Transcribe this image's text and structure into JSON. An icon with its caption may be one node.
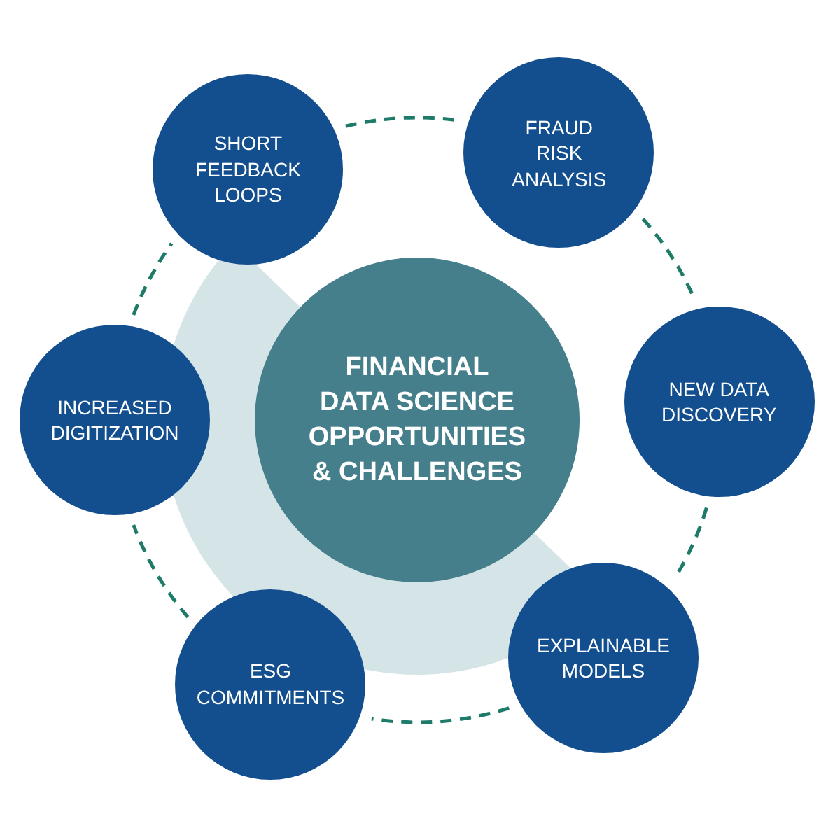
{
  "diagram": {
    "nodes": [
      {
        "text": [
          "FINANCIAL DATA SCIENCE OPPORTUNITIES & CHALLENGES"
        ]
      },
      {
        "text": [
          "SHORT FEEDBACK LOOPS"
        ]
      },
      {
        "text": [
          "FRAUD RISK ANALYSIS"
        ]
      },
      {
        "text": [
          "NEW DATA DISCOVERY"
        ]
      },
      {
        "text": [
          "EXPLAINABLE MODELS"
        ]
      },
      {
        "text": [
          "ESG COMMITMENTS"
        ]
      },
      {
        "text": [
          "INCREASED DIGITIZATION"
        ]
      }
    ],
    "edges": [
      {
        "from": 1,
        "to": 2,
        "arrow": "none",
        "style": "dashed"
      },
      {
        "from": 2,
        "to": 3,
        "arrow": "none",
        "style": "dashed"
      },
      {
        "from": 3,
        "to": 4,
        "arrow": "none",
        "style": "dashed"
      },
      {
        "from": 4,
        "to": 5,
        "arrow": "none",
        "style": "dashed"
      },
      {
        "from": 5,
        "to": 6,
        "arrow": "none",
        "style": "dashed"
      },
      {
        "from": 6,
        "to": 1,
        "arrow": "none",
        "style": "dashed"
      }
    ]
  }
}
